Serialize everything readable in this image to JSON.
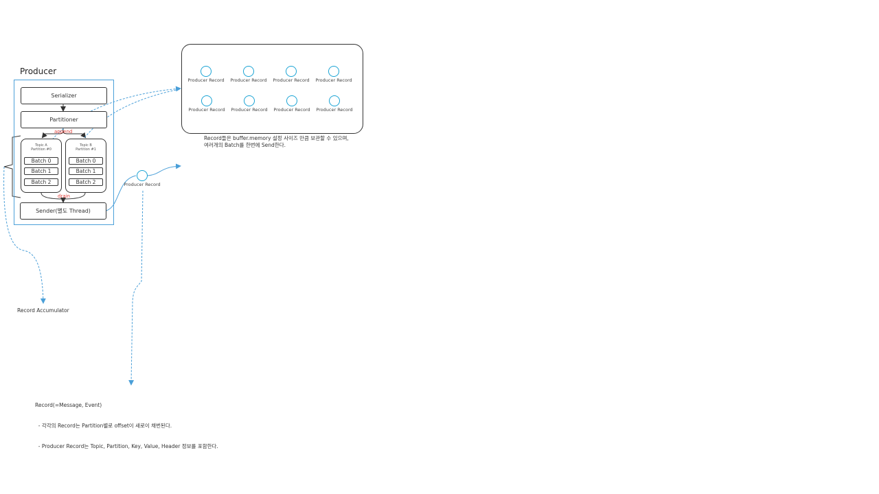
{
  "producer": {
    "title": "Producer",
    "serializer": "Serializer",
    "partitioner": "Partitioner",
    "append_label": "append",
    "drain_label": "drain",
    "sender": "Sender(별도 Thread)",
    "partitions": [
      {
        "title_line1": "Topic A",
        "title_line2": "Partition #0",
        "batches": [
          "Batch 0",
          "Batch 1",
          "Batch 2"
        ]
      },
      {
        "title_line1": "Topic B",
        "title_line2": "Partition #1",
        "batches": [
          "Batch 0",
          "Batch 1",
          "Batch 2"
        ]
      }
    ]
  },
  "buffer": {
    "records": [
      "Producer Record",
      "Producer Record",
      "Producer Record",
      "Producer Record",
      "Producer Record",
      "Producer Record",
      "Producer Record",
      "Producer Record"
    ],
    "note_line1": "Record들은 buffer.memory 설정 사이즈 만큼 보관할 수 있으며,",
    "note_line2": "여러개의 Batch를 한번에 Send한다."
  },
  "single_record": {
    "label": "Producer Record"
  },
  "accumulator_label": "Record Accumulator",
  "record_note": {
    "line1": "Record(=Message, Event)",
    "line2": "  - 각각의 Record는 Partition별로 offset이 새로이 채번된다.",
    "line3": "  - Producer Record는 Topic, Partition, Key, Value, Header 정보를 포함한다."
  },
  "colors": {
    "frame_blue": "#4a9fd8",
    "circle_cyan": "#19a3d4",
    "label_red": "#e0403a",
    "stroke_dark": "#333333"
  }
}
